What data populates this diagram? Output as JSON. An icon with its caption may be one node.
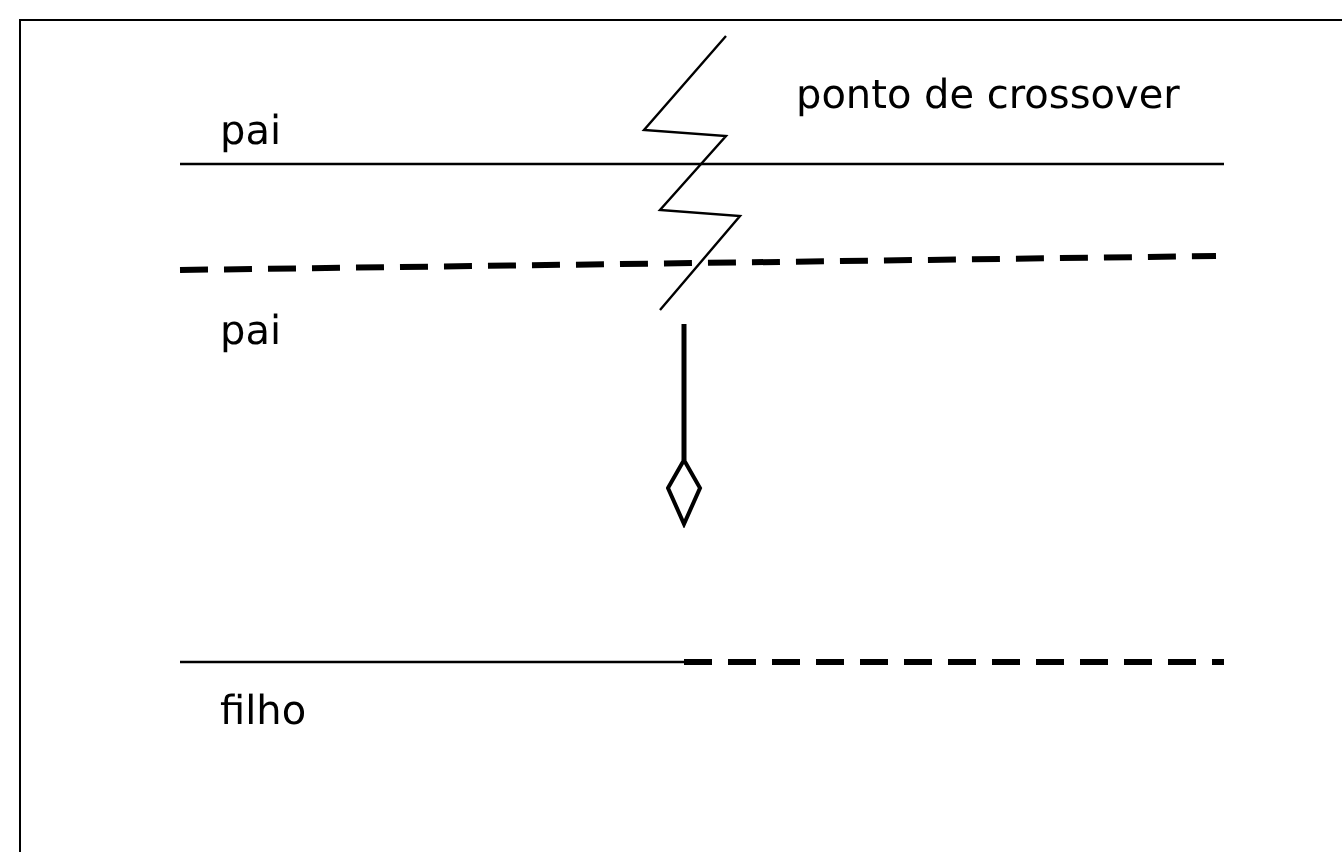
{
  "diagram": {
    "labels": [
      "ponto de crossover",
      "pai",
      "pai",
      "filho"
    ]
  }
}
